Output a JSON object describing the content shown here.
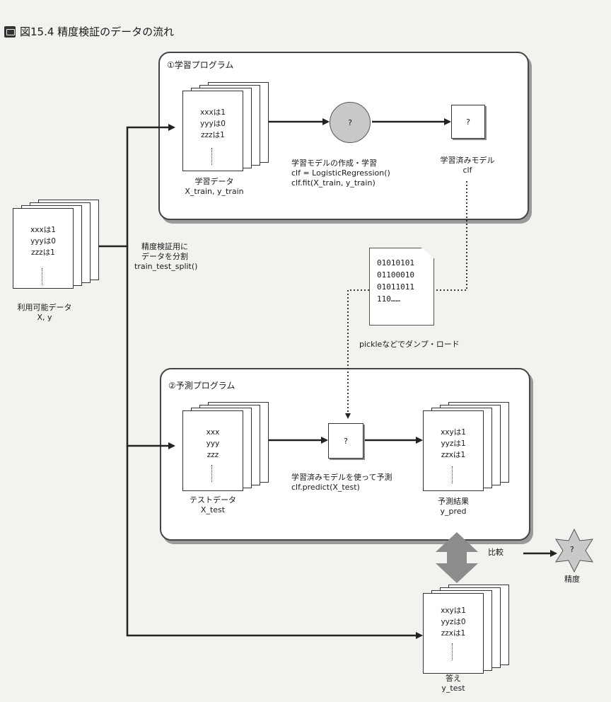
{
  "figure": {
    "title": "図15.4 精度検証のデータの流れ",
    "icon": "figure-icon"
  },
  "available_data": {
    "lines": [
      "xxxは1",
      "yyyは0",
      "zzzは1"
    ],
    "label": "利用可能データ",
    "sub": "X, y"
  },
  "split_note": {
    "line1": "精度検証用に",
    "line2": "データを分割",
    "line3": "train_test_split()"
  },
  "training_panel": {
    "title": "①学習プログラム",
    "train_doc": {
      "lines": [
        "xxxは1",
        "yyyは0",
        "zzzは1"
      ],
      "label": "学習データ",
      "sub": "X_train, y_train"
    },
    "model_step": {
      "symbol": "?",
      "line1": "学習モデルの作成・学習",
      "line2": "clf = LogisticRegression()",
      "line3": "clf.fit(X_train, y_train)"
    },
    "trained_model": {
      "symbol": "?",
      "label": "学習済みモデル",
      "sub": "clf"
    }
  },
  "pickle": {
    "lines": [
      "01010101",
      "01100010",
      "01011011",
      "110……"
    ],
    "caption": "pickleなどでダンプ・ロード"
  },
  "prediction_panel": {
    "title": "②予測プログラム",
    "test_doc": {
      "lines": [
        "xxx",
        "yyy",
        "zzz"
      ],
      "label": "テストデータ",
      "sub": "X_test"
    },
    "predict_step": {
      "symbol": "?",
      "line1": "学習済みモデルを使って予測",
      "line2": "clf.predict(X_test)"
    },
    "result_doc": {
      "lines": [
        "xxyは1",
        "yyzは1",
        "zzxは1"
      ],
      "label": "予測結果",
      "sub": "y_pred"
    }
  },
  "answer_doc": {
    "lines": [
      "xxyは1",
      "yyzは0",
      "zzxは1"
    ],
    "label": "答え",
    "sub": "y_test"
  },
  "compare": {
    "label": "比較",
    "symbol": "?",
    "accuracy_label": "精度"
  }
}
